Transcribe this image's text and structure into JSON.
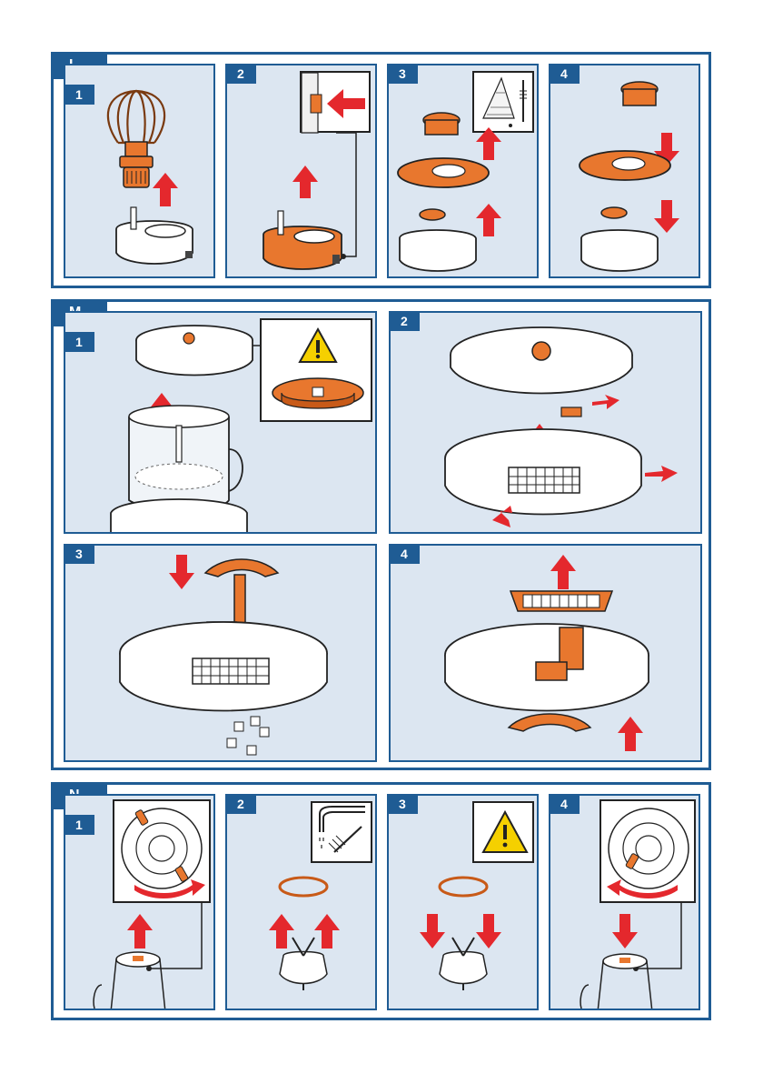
{
  "colors": {
    "frame": "#1f5c94",
    "panel": "#dce6f1",
    "accent": "#e8772e",
    "arrow": "#e4282d",
    "warning": "#f5d000"
  },
  "sections": [
    {
      "letter": "L",
      "steps": [
        "1",
        "2",
        "3",
        "4"
      ]
    },
    {
      "letter": "M",
      "steps": [
        "1",
        "2",
        "3",
        "4"
      ]
    },
    {
      "letter": "N",
      "steps": [
        "1",
        "2",
        "3",
        "4"
      ]
    }
  ],
  "icons": {
    "warning": "warning-triangle-icon",
    "cleaning": "brush-and-cloth-icon",
    "rinse": "tap-and-brush-icon"
  }
}
